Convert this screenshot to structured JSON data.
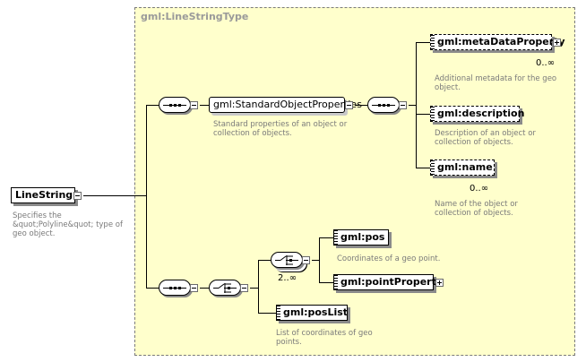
{
  "type_group": {
    "title": "gml:LineStringType"
  },
  "root": {
    "name": "LineString",
    "description": [
      "Specifies the",
      "&quot;Polyline&quot; type of",
      "geo object."
    ]
  },
  "standard_props": {
    "name": "gml:StandardObjectProperties",
    "description": [
      "Standard properties of an object or",
      "collection of objects."
    ]
  },
  "metadata": {
    "name": "gml:metaDataProperty",
    "multiplicity": "0..∞",
    "description": [
      "Additional metadata for the geo",
      "object."
    ]
  },
  "gml_description": {
    "name": "gml:description",
    "description": [
      "Description of an object or",
      "collection of objects."
    ]
  },
  "gml_name": {
    "name": "gml:name",
    "multiplicity": "0..∞",
    "description": [
      "Name of the object or",
      "collection of objects."
    ]
  },
  "choice_multiplicity": "2..∞",
  "pos": {
    "name": "gml:pos",
    "description": [
      "Coordinates of a geo point."
    ]
  },
  "point_property": {
    "name": "gml:pointProperty"
  },
  "pos_list": {
    "name": "gml:posList",
    "description": [
      "List of coordinates of geo",
      "points."
    ]
  }
}
